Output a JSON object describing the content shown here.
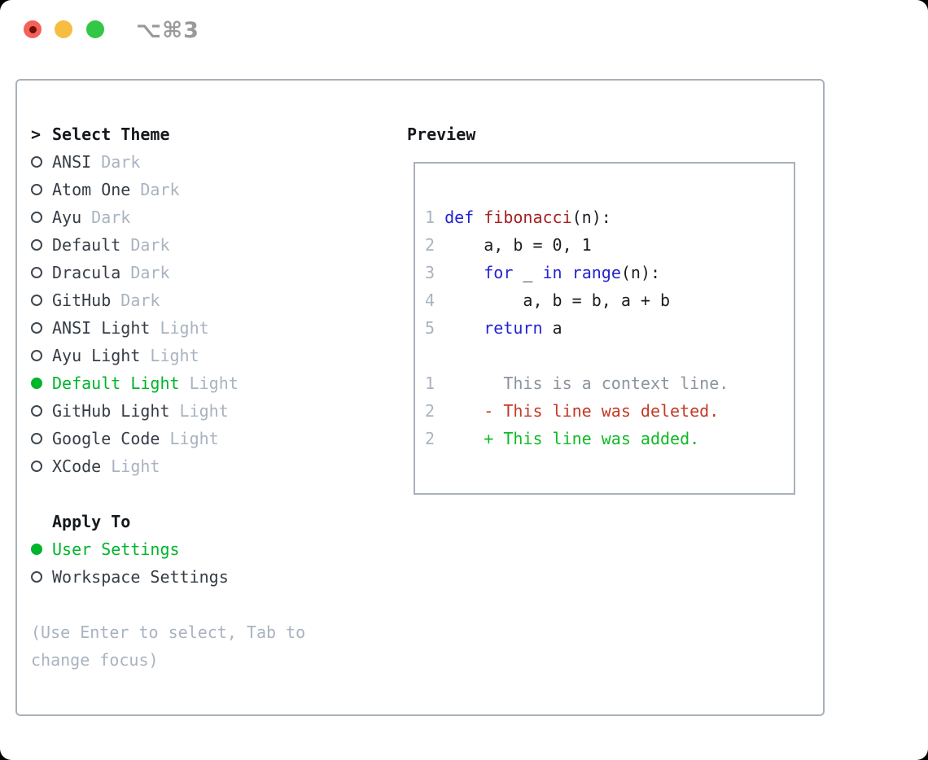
{
  "window": {
    "title": "⌥⌘3"
  },
  "colors": {
    "traffic-red": "#f4615b",
    "traffic-red-dot": "#701005",
    "traffic-yellow": "#f7bd40",
    "traffic-green": "#32c747",
    "title-gray": "#98999b",
    "border": "#a9b1ba",
    "text-primary": "#15181c",
    "item-text": "#363d46",
    "radio-ring": "#3f4750",
    "dim": "#a9b3c0",
    "green": "#00b42c",
    "kw": "#2323d3",
    "fn": "#a32222",
    "code-plain": "#1a1d21",
    "ctx": "#8b949e",
    "del": "#c23a26",
    "add": "#0fba26"
  },
  "selector": {
    "prompt": ">",
    "title": "Select Theme",
    "items": [
      {
        "name": "ANSI",
        "suffix": "Dark",
        "selected": false
      },
      {
        "name": "Atom One",
        "suffix": "Dark",
        "selected": false
      },
      {
        "name": "Ayu",
        "suffix": "Dark",
        "selected": false
      },
      {
        "name": "Default",
        "suffix": "Dark",
        "selected": false
      },
      {
        "name": "Dracula",
        "suffix": "Dark",
        "selected": false
      },
      {
        "name": "GitHub",
        "suffix": "Dark",
        "selected": false
      },
      {
        "name": "ANSI Light",
        "suffix": "Light",
        "selected": false
      },
      {
        "name": "Ayu Light",
        "suffix": "Light",
        "selected": false
      },
      {
        "name": "Default Light",
        "suffix": "Light",
        "selected": true
      },
      {
        "name": "GitHub Light",
        "suffix": "Light",
        "selected": false
      },
      {
        "name": "Google Code",
        "suffix": "Light",
        "selected": false
      },
      {
        "name": "XCode",
        "suffix": "Light",
        "selected": false
      }
    ],
    "apply_to_title": "Apply To",
    "apply_options": [
      {
        "name": "User Settings",
        "selected": true
      },
      {
        "name": "Workspace Settings",
        "selected": false
      }
    ],
    "help_lines": [
      "(Use Enter to select, Tab to",
      "change focus)"
    ]
  },
  "preview": {
    "title": "Preview",
    "code_lines": [
      {
        "num": "1",
        "tokens": [
          {
            "t": " "
          },
          {
            "t": "def",
            "s": "kw"
          },
          {
            "t": " "
          },
          {
            "t": "fibonacci",
            "s": "fn"
          },
          {
            "t": "(n):"
          }
        ]
      },
      {
        "num": "2",
        "tokens": [
          {
            "t": "     a, b = 0, 1"
          }
        ]
      },
      {
        "num": "3",
        "tokens": [
          {
            "t": "     "
          },
          {
            "t": "for",
            "s": "kw"
          },
          {
            "t": " _ "
          },
          {
            "t": "in",
            "s": "kw"
          },
          {
            "t": " "
          },
          {
            "t": "range",
            "s": "kw"
          },
          {
            "t": "(n):"
          }
        ]
      },
      {
        "num": "4",
        "tokens": [
          {
            "t": "         a, b = b, a + b"
          }
        ]
      },
      {
        "num": "5",
        "tokens": [
          {
            "t": "     "
          },
          {
            "t": "return",
            "s": "kw"
          },
          {
            "t": " a"
          }
        ]
      }
    ],
    "diff_lines": [
      {
        "num": "1",
        "tokens": [
          {
            "t": "       "
          },
          {
            "t": "This is a context line.",
            "s": "ctx"
          }
        ]
      },
      {
        "num": "2",
        "tokens": [
          {
            "t": "     "
          },
          {
            "t": "- This line was deleted.",
            "s": "del"
          }
        ]
      },
      {
        "num": "2",
        "tokens": [
          {
            "t": "     "
          },
          {
            "t": "+ This line was added.",
            "s": "add"
          }
        ]
      }
    ]
  }
}
